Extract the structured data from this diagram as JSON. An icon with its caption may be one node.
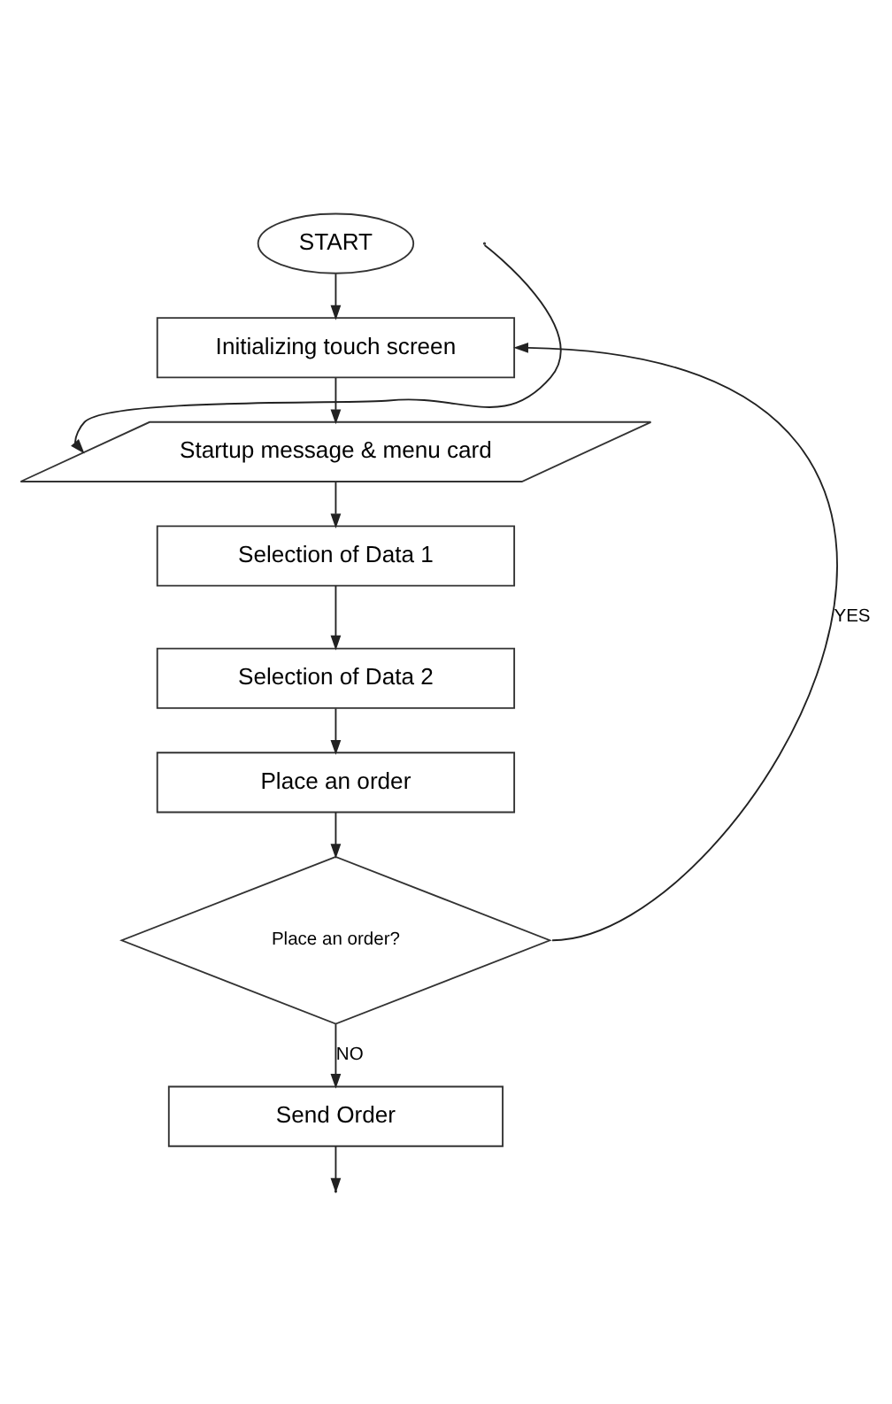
{
  "diagram": {
    "nodes": [
      {
        "text": [
          "START"
        ]
      },
      {
        "text": [
          "Initializing touch screen"
        ]
      },
      {
        "text": [
          "Startup message & menu card"
        ]
      },
      {
        "text": [
          "Selection of Data 1"
        ]
      },
      {
        "text": [
          "Selection of Data 2"
        ]
      },
      {
        "text": [
          "Place an order"
        ]
      },
      {
        "text": [
          "Place an order?"
        ]
      },
      {
        "text": [
          "Send Order"
        ]
      }
    ],
    "edges": [
      {
        "from": 0,
        "to": 1,
        "arrow": "to"
      },
      {
        "from": 1,
        "to": 2,
        "arrow": "to"
      },
      {
        "from": 2,
        "to": 3,
        "arrow": "to"
      },
      {
        "from": 3,
        "to": 4,
        "arrow": "to"
      },
      {
        "from": 4,
        "to": 5,
        "arrow": "to"
      },
      {
        "from": 5,
        "to": 6,
        "arrow": "to"
      },
      {
        "from": 6,
        "to": 1,
        "arrow": "to",
        "label": "YES"
      },
      {
        "from": 6,
        "to": 7,
        "arrow": "to",
        "label": "NO"
      },
      {
        "from": 7,
        "to": null,
        "arrow": "to"
      },
      {
        "from": null,
        "to": 2,
        "arrow": "to"
      }
    ]
  }
}
